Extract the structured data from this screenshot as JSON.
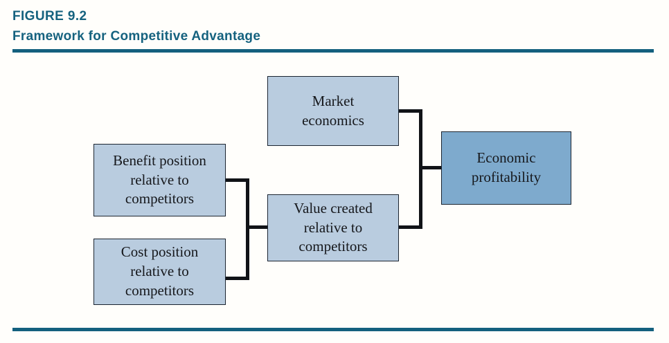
{
  "figure": {
    "label": "FIGURE 9.2",
    "title": "Framework for Competitive Advantage",
    "accent_color": "#14607e",
    "node_fill": "#b9ccdf",
    "node_accent_fill": "#7eaacd",
    "connector_color": "#111317",
    "background": "#fffefb"
  },
  "diagram": {
    "type": "flow-diagram",
    "nodes": [
      {
        "id": "market",
        "label": "Market\neconomics",
        "line1": "Market",
        "line2": "economics",
        "line3": "",
        "emphasis": false
      },
      {
        "id": "benefit",
        "label": "Benefit position relative to competitors",
        "line1": "Benefit position",
        "line2": "relative to",
        "line3": "competitors",
        "emphasis": false
      },
      {
        "id": "value",
        "label": "Value created relative to competitors",
        "line1": "Value created",
        "line2": "relative to",
        "line3": "competitors",
        "emphasis": false
      },
      {
        "id": "cost",
        "label": "Cost position relative to competitors",
        "line1": "Cost position",
        "line2": "relative to",
        "line3": "competitors",
        "emphasis": false
      },
      {
        "id": "economic",
        "label": "Economic profitability",
        "line1": "Economic",
        "line2": "profitability",
        "line3": "",
        "emphasis": true
      }
    ],
    "edges": [
      {
        "from": "benefit",
        "to": "value"
      },
      {
        "from": "cost",
        "to": "value"
      },
      {
        "from": "market",
        "to": "economic"
      },
      {
        "from": "value",
        "to": "economic"
      }
    ]
  }
}
